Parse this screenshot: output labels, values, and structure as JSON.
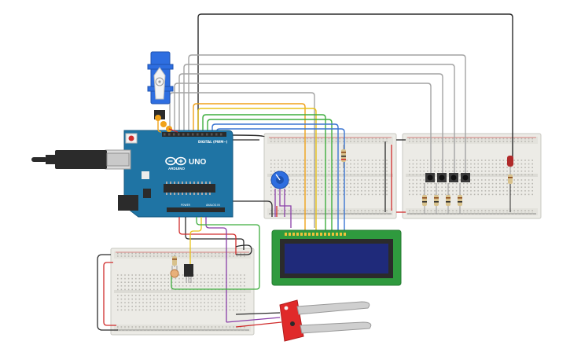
{
  "arduino": {
    "model": "UNO",
    "brand": "ARDUINO",
    "digital_label": "DIGITAL (PWM~)",
    "power_label": "POWER",
    "analog_label": "ANALOG IN",
    "board_color": "#1f74a4"
  },
  "colors": {
    "wire_black": "#2b2b2b",
    "wire_red": "#d02c2c",
    "wire_gray": "#a4a4a4",
    "wire_orange": "#f0a21a",
    "wire_yellow": "#e8c21a",
    "wire_green": "#3fae3f",
    "wire_blue": "#3a75d2",
    "wire_purple": "#8a3fa8",
    "breadboard": "#ecebe6",
    "lcd_board": "#2f9a3e",
    "lcd_screen": "#1f2a7a",
    "servo": "#2e6ee0",
    "sensor_board": "#e02a2a"
  }
}
